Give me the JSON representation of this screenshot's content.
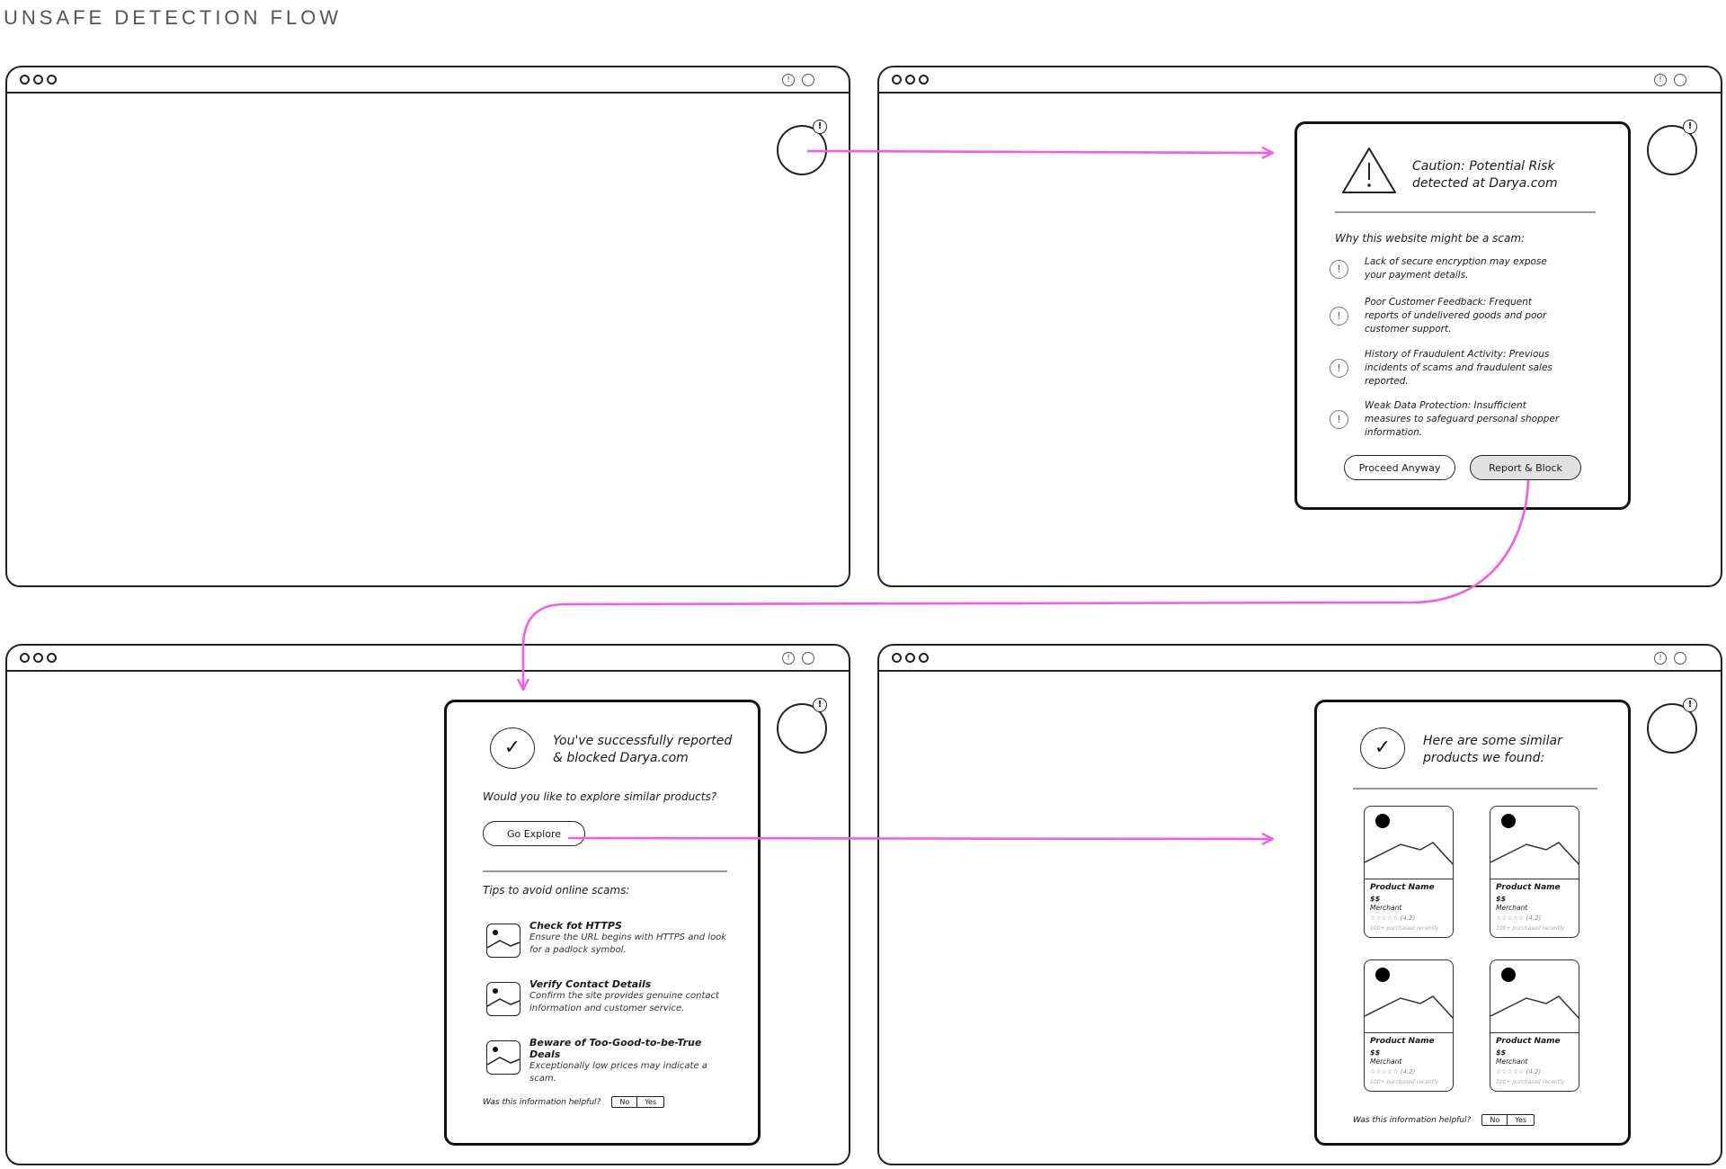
{
  "title": "UNSAFE DETECTION FLOW",
  "colors": {
    "arrow": "#f25ce6",
    "stroke": "#222222",
    "button_alt": "#e2e2e2"
  },
  "icons": {
    "extension": "alert-circle-icon",
    "caution": "warning-triangle-icon",
    "reason": "alert-circle-icon",
    "success": "check-circle-icon",
    "tip": "image-placeholder-icon"
  },
  "caution": {
    "heading_line1": "Caution: Potential Risk",
    "heading_line2": "detected at Darya.com",
    "subheading": "Why this website might be a scam:",
    "reasons": [
      "Lack of secure encryption may expose your payment details.",
      "Poor Customer Feedback: Frequent reports of undelivered goods and poor customer support.",
      "History of Fraudulent Activity: Previous incidents of scams and fraudulent sales reported.",
      "Weak Data Protection: Insufficient measures to safeguard personal shopper information."
    ],
    "proceed_label": "Proceed Anyway",
    "report_label": "Report & Block"
  },
  "blocked": {
    "heading_line1": "You've successfully reported",
    "heading_line2": "& blocked Darya.com",
    "question": "Would you like to explore similar products?",
    "explore_label": "Go Explore",
    "tips_heading": "Tips to avoid online scams:",
    "tips": [
      {
        "title": "Check fot HTTPS",
        "desc": "Ensure the URL begins with HTTPS and look for a padlock symbol."
      },
      {
        "title": "Verify Contact Details",
        "desc": "Confirm the site provides genuine contact information and customer service."
      },
      {
        "title": "Beware of Too-Good-to-be-True Deals",
        "desc": "Exceptionally low prices may indicate a scam."
      }
    ],
    "helpful_label": "Was this information helpful?",
    "no_label": "No",
    "yes_label": "Yes"
  },
  "similar": {
    "heading_line1": "Here are some similar",
    "heading_line2": "products we found:",
    "products": [
      {
        "name": "Product Name",
        "price": "$$",
        "merchant": "Merchant",
        "rating": "☆☆☆☆☆ (4.2)",
        "purchased": "100+ purchased recently"
      },
      {
        "name": "Product Name",
        "price": "$$",
        "merchant": "Merchant",
        "rating": "☆☆☆☆☆ (4.2)",
        "purchased": "100+ purchased recently"
      },
      {
        "name": "Product Name",
        "price": "$$",
        "merchant": "Merchant",
        "rating": "☆☆☆☆☆ (4.2)",
        "purchased": "100+ purchased recently"
      },
      {
        "name": "Product Name",
        "price": "$$",
        "merchant": "Merchant",
        "rating": "☆☆☆☆☆ (4.2)",
        "purchased": "100+ purchased recently"
      }
    ],
    "helpful_label": "Was this information helpful?",
    "no_label": "No",
    "yes_label": "Yes"
  }
}
